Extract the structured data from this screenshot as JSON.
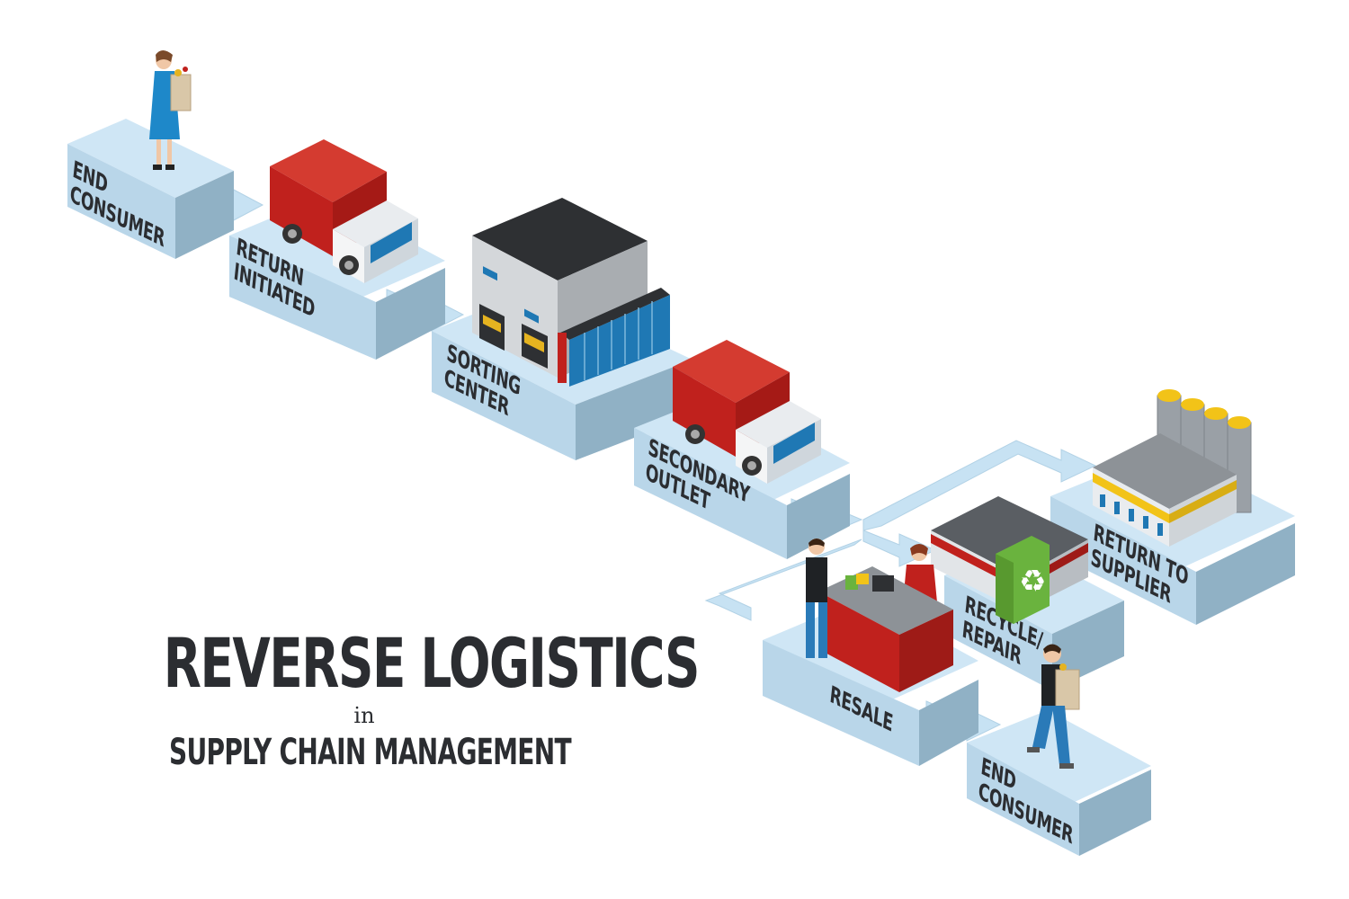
{
  "title": {
    "main": "REVERSE LOGISTICS",
    "connector": "in",
    "subtitle": "SUPPLY CHAIN MANAGEMENT"
  },
  "stages": [
    {
      "id": "end-consumer-start",
      "lines": [
        "END",
        "CONSUMER"
      ],
      "illustration": "person-with-grocery-bag"
    },
    {
      "id": "return-initiated",
      "lines": [
        "RETURN",
        "INITIATED"
      ],
      "illustration": "delivery-truck"
    },
    {
      "id": "sorting-center",
      "lines": [
        "SORTING",
        "CENTER"
      ],
      "illustration": "warehouse"
    },
    {
      "id": "secondary-outlet",
      "lines": [
        "SECONDARY",
        "OUTLET"
      ],
      "illustration": "delivery-truck"
    },
    {
      "id": "resale",
      "lines": [
        "RESALE"
      ],
      "illustration": "store-counter"
    },
    {
      "id": "recycle-repair",
      "lines": [
        "RECYCLE/",
        "REPAIR"
      ],
      "illustration": "recycling-plant"
    },
    {
      "id": "return-to-supplier",
      "lines": [
        "RETURN TO",
        "SUPPLIER"
      ],
      "illustration": "factory"
    },
    {
      "id": "end-consumer-final",
      "lines": [
        "END",
        "CONSUMER"
      ],
      "illustration": "person-with-grocery-bag"
    }
  ],
  "colors": {
    "block_top": "#cfe6f5",
    "block_left": "#b6d3e6",
    "block_right": "#8fb0c4",
    "arrow": "#c7e2f3",
    "text": "#2b2d31",
    "truck_red": "#c0211d",
    "roof_dark": "#2e3033",
    "glass_blue": "#1f78b4",
    "recycle_green": "#6ab33e",
    "silo_yellow": "#f2c318"
  }
}
